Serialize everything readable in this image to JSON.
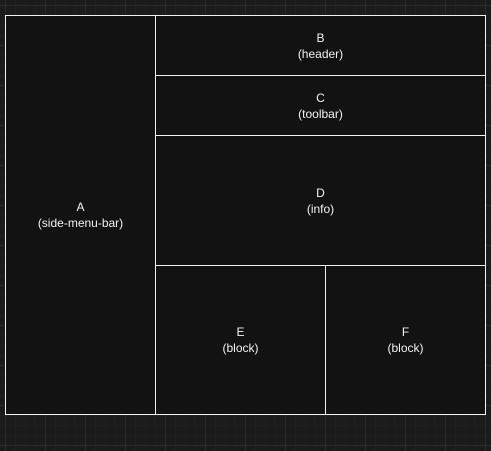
{
  "diagram": {
    "blocks": [
      {
        "id": "A",
        "role": "(side-menu-bar)"
      },
      {
        "id": "B",
        "role": "(header)"
      },
      {
        "id": "C",
        "role": "(toolbar)"
      },
      {
        "id": "D",
        "role": "(info)"
      },
      {
        "id": "E",
        "role": "(block)"
      },
      {
        "id": "F",
        "role": "(block)"
      }
    ],
    "colors": {
      "canvas_background": "#1b1b1b",
      "box_fill": "#121212",
      "box_border": "#f2f2f2",
      "text": "#f2f2f2"
    }
  }
}
